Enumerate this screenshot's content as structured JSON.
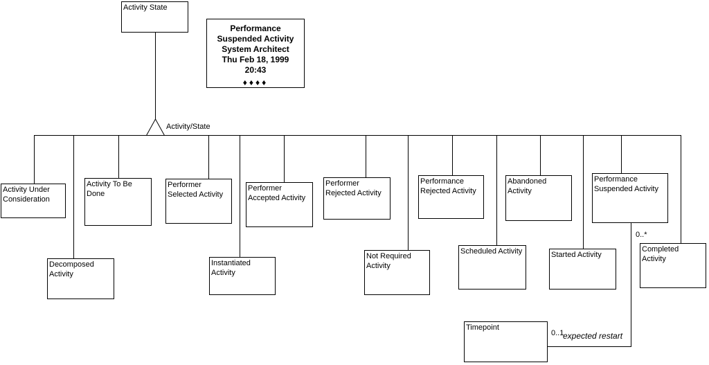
{
  "diagram": {
    "root_node": {
      "label": "Activity State"
    },
    "title_block": {
      "lines": [
        "Performance",
        "Suspended Activity",
        "System Architect",
        "Thu Feb 18, 1999",
        "20:43"
      ],
      "decoration": "♦♦♦♦"
    },
    "inheritance_label": "Activity/State",
    "nodes": [
      {
        "label": [
          "Activity Under",
          "Consideration"
        ]
      },
      {
        "label": [
          "Decomposed",
          "Activity"
        ]
      },
      {
        "label": [
          "Activity To Be",
          "Done"
        ]
      },
      {
        "label": [
          "Performer",
          "Selected Activity"
        ]
      },
      {
        "label": [
          "Instantiated Activity"
        ]
      },
      {
        "label": [
          "Performer",
          "Accepted Activity"
        ]
      },
      {
        "label": [
          "Performer",
          "Rejected Activity"
        ]
      },
      {
        "label": [
          "Not Required",
          "Activity"
        ]
      },
      {
        "label": [
          "Performance",
          "Rejected Activity"
        ]
      },
      {
        "label": [
          "Scheduled Activity"
        ]
      },
      {
        "label": [
          "Abandoned",
          "Activity"
        ]
      },
      {
        "label": [
          "Started Activity"
        ]
      },
      {
        "label": [
          "Performance",
          "Suspended Activity"
        ]
      },
      {
        "label": [
          "Completed Activity"
        ]
      },
      {
        "label": [
          "Timepoint"
        ]
      }
    ],
    "association": {
      "source_cardinality": "0..*",
      "target_cardinality": "0..1",
      "name": "expected restart"
    },
    "colors": {
      "line": "#000000",
      "background": "#ffffff"
    }
  }
}
